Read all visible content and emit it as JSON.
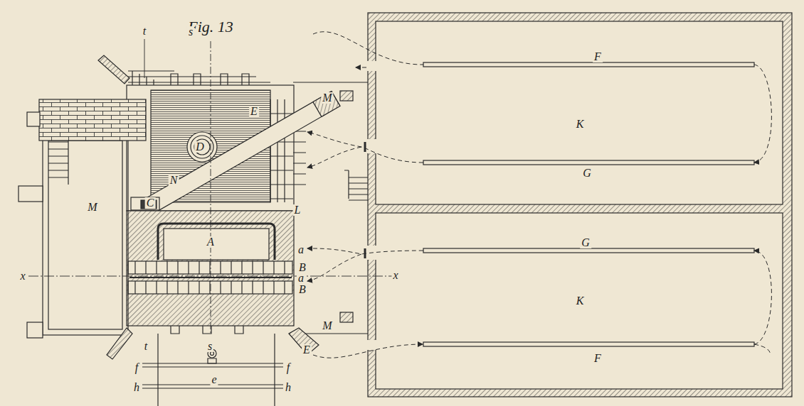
{
  "diagram": {
    "title": "Fig. 13",
    "labels": [
      "t",
      "s",
      "E",
      "D",
      "N",
      "C",
      "M",
      "F",
      "K",
      "G",
      "M",
      "L",
      "A",
      "a",
      "G",
      "x",
      "B",
      "a",
      "x",
      "B",
      "K",
      "M",
      "E",
      "F",
      "t",
      "s",
      "f",
      "f",
      "h",
      "h",
      "e"
    ]
  }
}
